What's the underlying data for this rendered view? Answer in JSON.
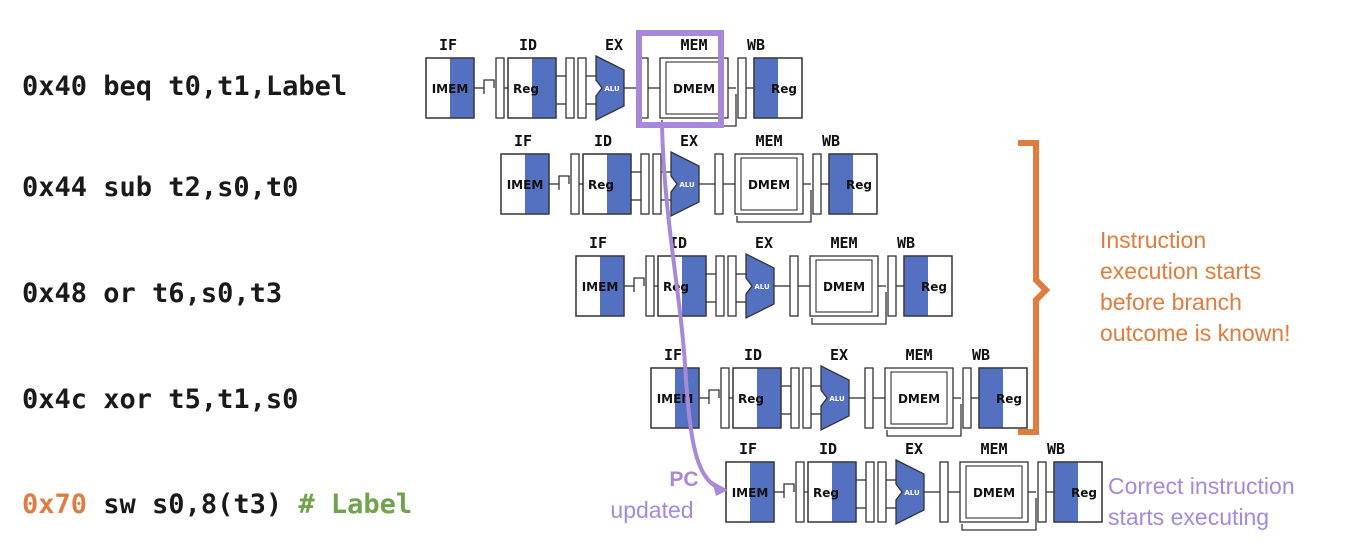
{
  "colors": {
    "text": "#1a1a1a",
    "datapath_blue": "#5470c1",
    "highlight_purple": "#a888d8",
    "bracket_orange": "#e07c3e",
    "label_green": "#6fa34d",
    "addr_orange": "#de7e45"
  },
  "stage_labels": [
    "IF",
    "ID",
    "EX",
    "MEM",
    "WB"
  ],
  "unit_labels": {
    "imem": "IMEM",
    "reg": "Reg",
    "alu": "ALU",
    "dmem": "DMEM"
  },
  "instructions": [
    {
      "addr": "0x40",
      "text": " beq t0,t1,Label",
      "comment": ""
    },
    {
      "addr": "0x44",
      "text": " sub t2,s0,t0",
      "comment": ""
    },
    {
      "addr": "0x48",
      "text": " or  t6,s0,t3",
      "comment": ""
    },
    {
      "addr": "0x4c",
      "text": " xor t5,t1,s0",
      "comment": ""
    },
    {
      "addr": "0x70",
      "text": " sw  s0,8(t3)",
      "comment": " # Label"
    }
  ],
  "annotations": {
    "bracket_note": [
      "Instruction",
      "execution starts",
      "before branch",
      "outcome is known!"
    ],
    "pc_title": "PC",
    "pc_sub": "updated",
    "correct_note": [
      "Correct instruction",
      "starts executing"
    ]
  }
}
